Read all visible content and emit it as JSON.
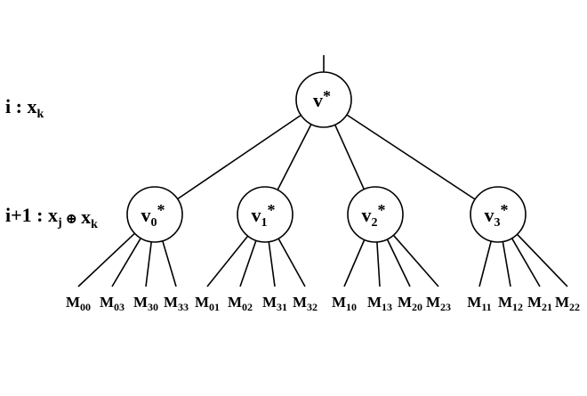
{
  "levels": [
    {
      "index": "i",
      "sep": ":",
      "expr": [
        {
          "t": "x",
          "sub": "k"
        }
      ]
    },
    {
      "index": "i+1",
      "sep": ":",
      "expr": [
        {
          "t": "x",
          "sub": "j"
        },
        {
          "t": "⊕",
          "op": true
        },
        {
          "t": "x",
          "sub": "k"
        }
      ]
    }
  ],
  "root": {
    "base": "v",
    "sub": "",
    "sup": "*"
  },
  "children": [
    {
      "base": "v",
      "sub": "0",
      "sup": "*",
      "leaves": [
        "00",
        "03",
        "30",
        "33"
      ]
    },
    {
      "base": "v",
      "sub": "1",
      "sup": "*",
      "leaves": [
        "01",
        "02",
        "31",
        "32"
      ]
    },
    {
      "base": "v",
      "sub": "2",
      "sup": "*",
      "leaves": [
        "10",
        "13",
        "20",
        "23"
      ]
    },
    {
      "base": "v",
      "sub": "3",
      "sup": "*",
      "leaves": [
        "11",
        "12",
        "21",
        "22"
      ]
    }
  ],
  "leaf_base": "M",
  "colors": {
    "ink": "#000000",
    "background": "#ffffff"
  }
}
